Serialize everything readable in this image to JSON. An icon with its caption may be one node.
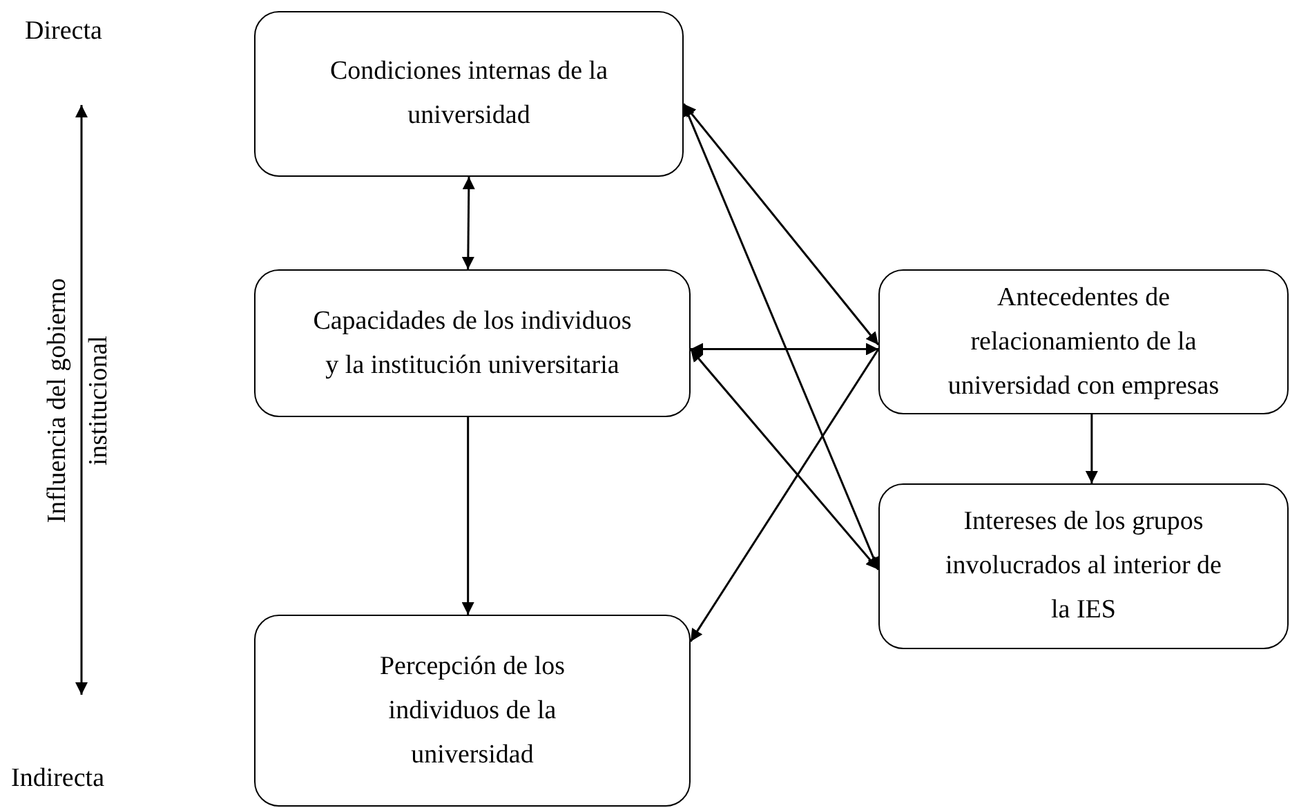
{
  "diagram": {
    "nodes": [
      {
        "text": [
          "Condiciones internas de la universidad"
        ]
      },
      {
        "text": [
          "Capacidades de los individuos y la institución universitaria"
        ]
      },
      {
        "text": [
          "Percepción de los individuos de la universidad"
        ]
      },
      {
        "text": [
          "Antecedentes de relacionamiento de la universidad con empresas"
        ]
      },
      {
        "text": [
          "Intereses de los grupos involucrados al interior de la IES"
        ]
      }
    ],
    "edges": [
      {
        "from": 0,
        "to": 1,
        "arrow": "both"
      },
      {
        "from": 1,
        "to": 2,
        "arrow": "to"
      },
      {
        "from": 1,
        "to": 3,
        "arrow": "both"
      },
      {
        "from": 3,
        "to": 4,
        "arrow": "to"
      },
      {
        "from": 0,
        "to": 3,
        "arrow": "both"
      },
      {
        "from": 0,
        "to": 4,
        "arrow": "both"
      },
      {
        "from": 1,
        "to": 4,
        "arrow": "both"
      },
      {
        "from": 3,
        "to": 2,
        "arrow": "to"
      }
    ],
    "labels": [
      "Directa",
      "Influencia del gobierno institucional",
      "Indirecta"
    ]
  }
}
